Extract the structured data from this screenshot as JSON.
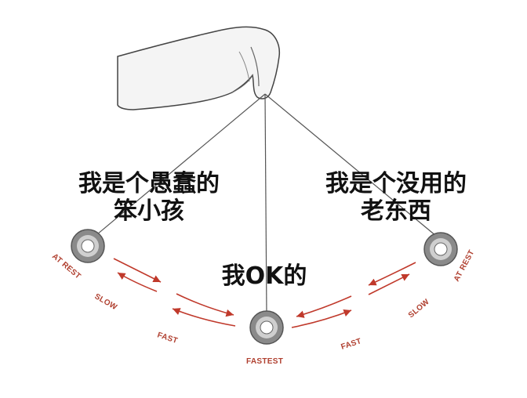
{
  "captions": {
    "left_line1": "我是个愚蠢的",
    "left_line2": "笨小孩",
    "right_line1": "我是个没用的",
    "right_line2": "老东西",
    "middle": "我OK的"
  },
  "diagram_labels": {
    "at_rest_left": "AT REST",
    "at_rest_right": "AT REST",
    "slow_left": "SLOW",
    "slow_right": "SLOW",
    "fast_left": "FAST",
    "fast_right": "FAST",
    "fastest": "FASTEST"
  },
  "colors": {
    "arrow": "#c0392b",
    "label": "#b04030",
    "string": "#555555",
    "bob_ring": "#777777"
  },
  "icons": [
    "hand-icon",
    "pendulum-bob-icon",
    "arrow-icon"
  ]
}
